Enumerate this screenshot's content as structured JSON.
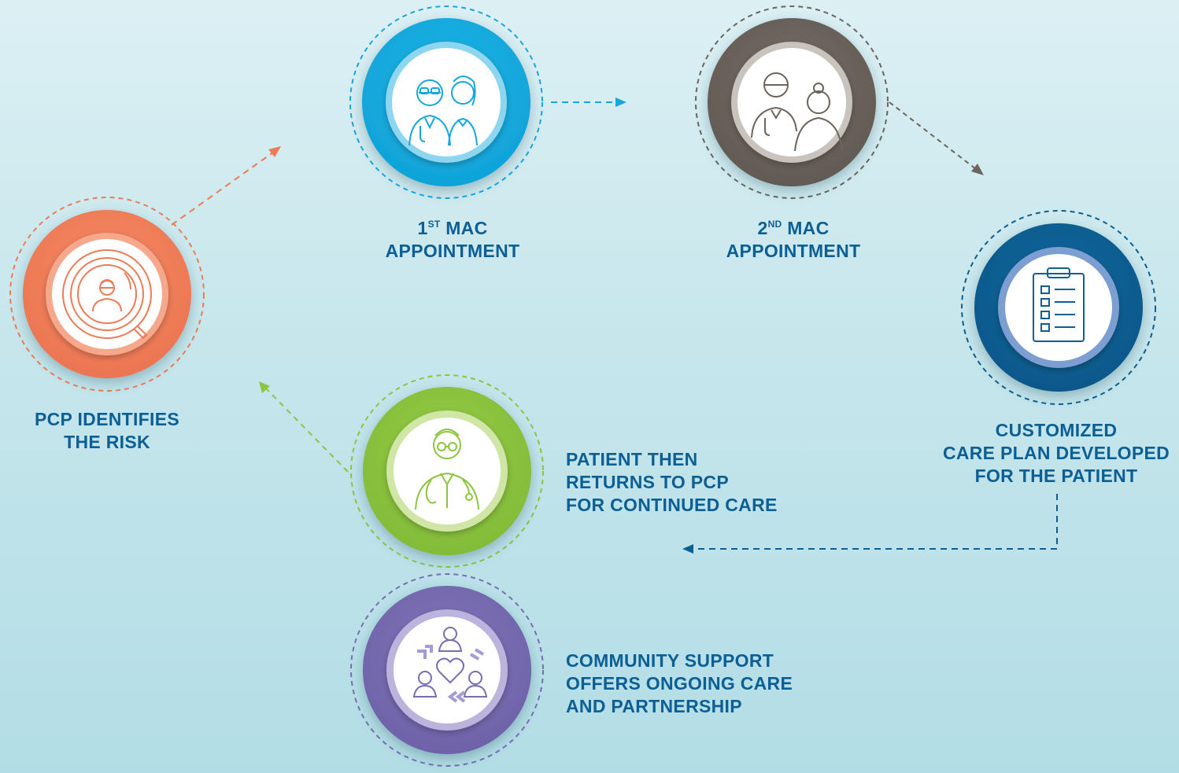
{
  "steps": {
    "pcp": {
      "lines": [
        "PCP IDENTIFIES",
        "THE RISK"
      ],
      "color": "#f07f5a",
      "icon": "magnifier-patient-icon"
    },
    "mac1": {
      "number": "1",
      "suffix": "ST",
      "title": "MAC",
      "line2": "APPOINTMENT",
      "color": "#17ace0",
      "icon": "doctor-nurse-icon"
    },
    "mac2": {
      "number": "2",
      "suffix": "ND",
      "title": "MAC",
      "line2": "APPOINTMENT",
      "color": "#6d645d",
      "icon": "doctor-patient-icon"
    },
    "careplan": {
      "lines": [
        "CUSTOMIZED",
        "CARE PLAN DEVELOPED",
        "FOR THE PATIENT"
      ],
      "color": "#0b5f92",
      "icon": "clipboard-checklist-icon"
    },
    "returns": {
      "lines": [
        "PATIENT THEN",
        "RETURNS TO PCP",
        "FOR CONTINUED CARE"
      ],
      "color": "#8cc53f",
      "icon": "doctor-stethoscope-icon"
    },
    "community": {
      "lines": [
        "COMMUNITY SUPPORT",
        "OFFERS ONGOING CARE",
        "AND PARTNERSHIP"
      ],
      "color": "#7a6db3",
      "icon": "community-heart-icon"
    }
  },
  "colors": {
    "label": "#0c5f95",
    "background": "#c6e6ec"
  }
}
